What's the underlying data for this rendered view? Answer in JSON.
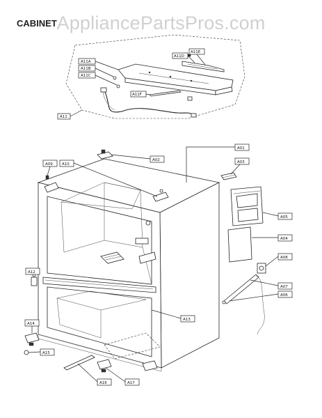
{
  "watermark": "AppliancePartsPros.com",
  "section_title": "CABINET",
  "callouts": {
    "a01": "A01",
    "a02": "A02",
    "a03": "A03",
    "a04": "A04",
    "a05": "A05",
    "a06": "A06",
    "a07": "A07",
    "a08": "A08",
    "a09": "A09",
    "a10": "A10",
    "a11": "A11",
    "a11a": "A11A",
    "a11b": "A11B",
    "a11c": "A11C",
    "a11d": "A11D",
    "a11e": "A11E",
    "a11f": "A11F",
    "a12": "A12",
    "a13": "A13",
    "a14": "A14",
    "a15": "A15",
    "a16": "A16",
    "a17": "A17"
  }
}
